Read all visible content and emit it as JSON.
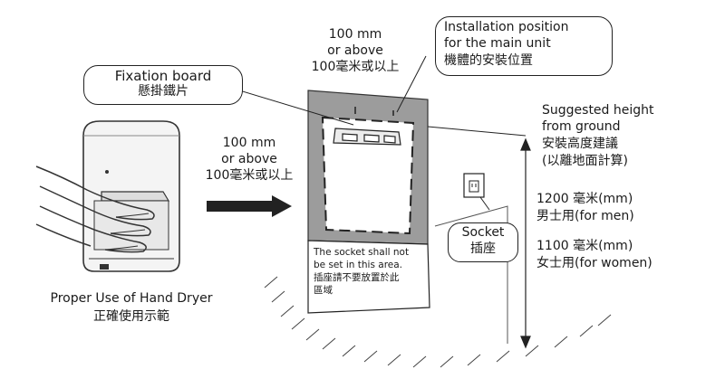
{
  "labels": {
    "fixation_board": {
      "en": "Fixation board",
      "zh": "懸掛鐵片"
    },
    "install_position": {
      "en_line1": "Installation position",
      "en_line2": "for the main unit",
      "zh": "機體的安裝位置"
    },
    "clearance_top": {
      "line1": "100 mm",
      "line2": "or above",
      "zh": "100毫米或以上"
    },
    "clearance_side": {
      "line1": "100 mm",
      "line2": "or above",
      "zh": "100毫米或以上"
    },
    "suggested_height": {
      "line1": "Suggested height",
      "line2": "from ground",
      "zh_line1": "安裝高度建議",
      "zh_line2": "(以離地面計算)"
    },
    "height_men": {
      "value": "1200 毫米(mm)",
      "desc": "男士用(for men)"
    },
    "height_women": {
      "value": "1100 毫米(mm)",
      "desc": "女士用(for women)"
    },
    "socket": {
      "en": "Socket",
      "zh": "插座"
    },
    "no_socket_area": {
      "line1": "The socket shall not",
      "line2": "be set in this area.",
      "zh_line1": "插座請不要放置於此",
      "zh_line2": "區域"
    },
    "proper_use": {
      "en": "Proper Use of Hand Dryer",
      "zh": "正確使用示範"
    }
  }
}
